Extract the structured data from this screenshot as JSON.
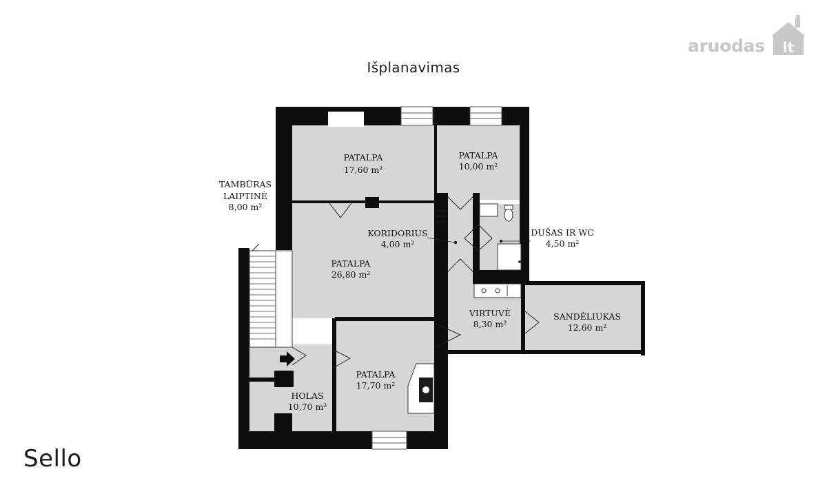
{
  "title": "Išplanavimas",
  "brand": "Sello",
  "watermark": {
    "text": "aruodas",
    "suffix": "lt"
  },
  "rooms": [
    {
      "name": "PATALPA",
      "area": "17,60 m²"
    },
    {
      "name": "PATALPA",
      "area": "10,00 m²"
    },
    {
      "name": "TAMBŪRAS",
      "name2": "LAIPTINĖ",
      "area": "8,00 m²"
    },
    {
      "name": "KORIDORIUS",
      "area": "4,00 m²"
    },
    {
      "name": "DUŠAS IR WC",
      "area": "4,50 m²"
    },
    {
      "name": "PATALPA",
      "area": "26,80 m²"
    },
    {
      "name": "VIRTUVĖ",
      "area": "8,30 m²"
    },
    {
      "name": "SANDĖLIUKAS",
      "area": "12,60 m²"
    },
    {
      "name": "PATALPA",
      "area": "17,70 m²"
    },
    {
      "name": "HOLAS",
      "area": "10,70 m²"
    }
  ],
  "colors": {
    "wall": "#0d0d0d",
    "floor": "#d6d6d6",
    "window": "#ffffff",
    "watermark": "#c7c7c7"
  }
}
